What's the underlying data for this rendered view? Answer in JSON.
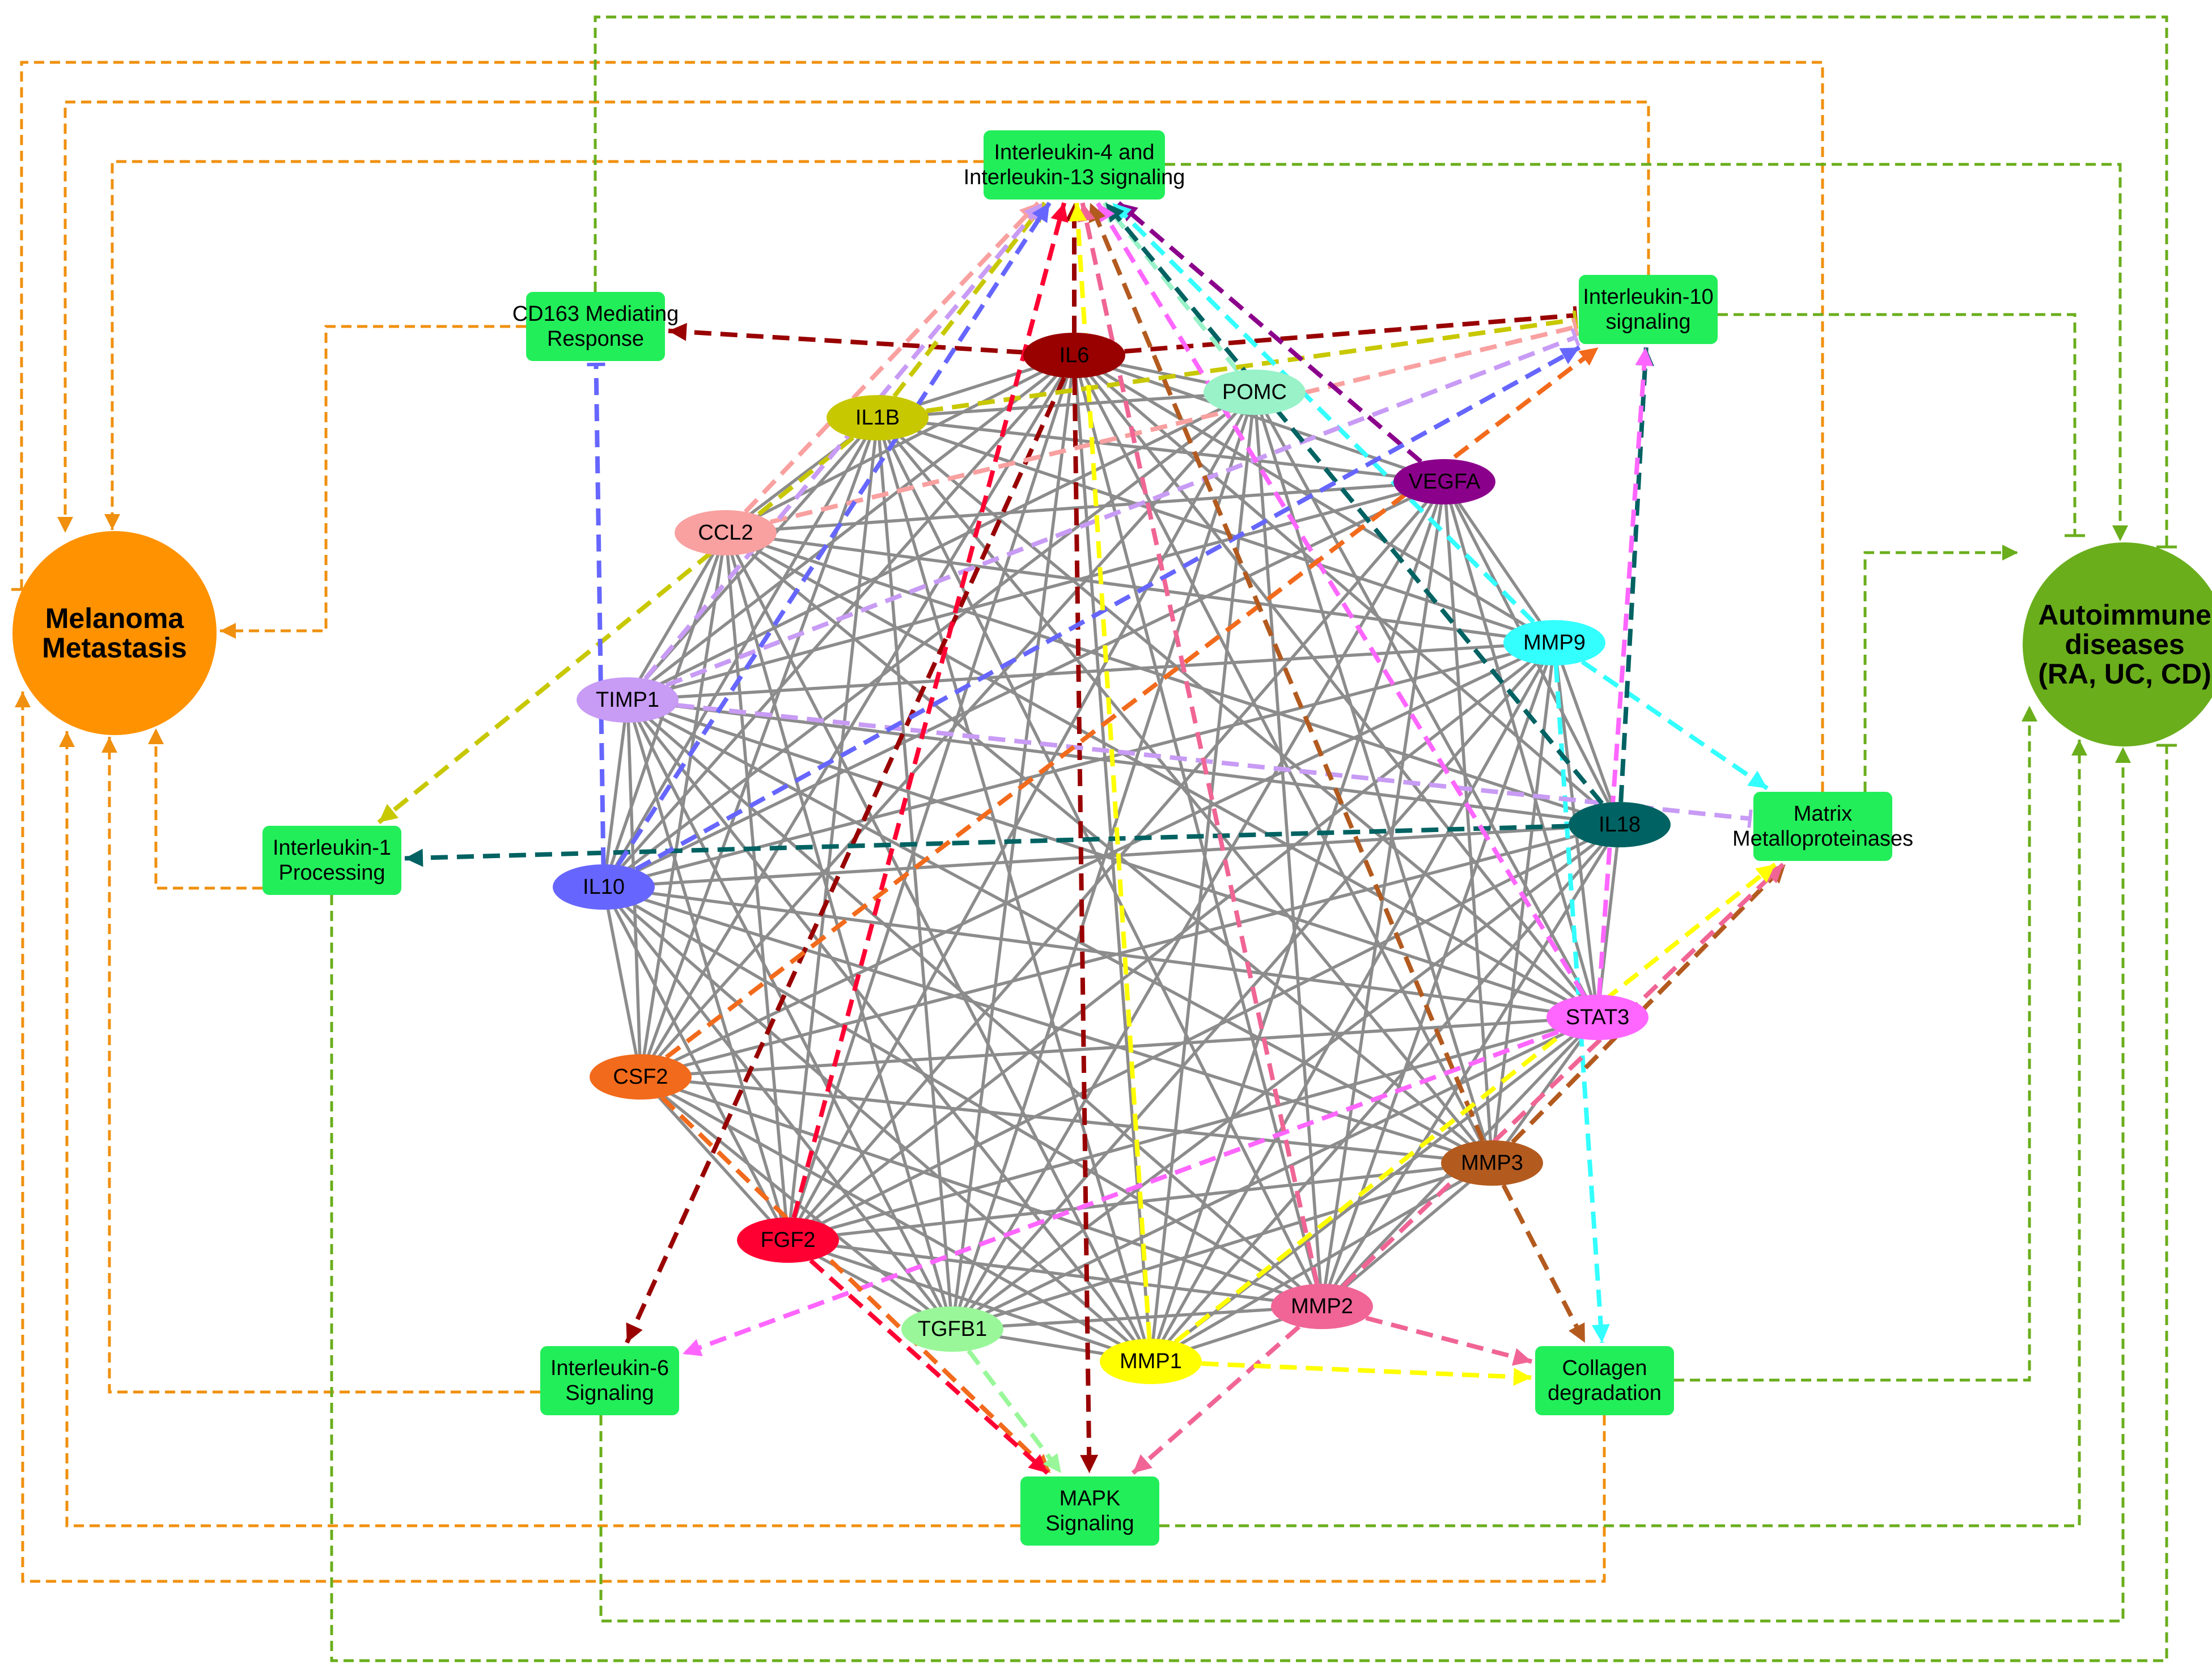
{
  "diseases": [
    {
      "id": "melanoma",
      "label_lines": [
        "Melanoma",
        "Metastasis"
      ],
      "color": "#ff9200"
    },
    {
      "id": "autoimmune",
      "label_lines": [
        "Autoimmune",
        "diseases",
        "(RA, UC, CD)"
      ],
      "color": "#6aae1c"
    }
  ],
  "pathways": [
    {
      "id": "il4il13",
      "label_lines": [
        "Interleukin-4 and",
        "Interleukin-13 signaling"
      ]
    },
    {
      "id": "cd163",
      "label_lines": [
        "CD163 Mediating",
        "Response"
      ]
    },
    {
      "id": "il10sig",
      "label_lines": [
        "Interleukin-10",
        "signaling"
      ]
    },
    {
      "id": "il1proc",
      "label_lines": [
        "Interleukin-1",
        "Processing"
      ]
    },
    {
      "id": "mmps",
      "label_lines": [
        "Matrix",
        "Metalloproteinases"
      ]
    },
    {
      "id": "il6sig",
      "label_lines": [
        "Interleukin-6",
        "Signaling"
      ]
    },
    {
      "id": "mapk",
      "label_lines": [
        "MAPK",
        "Signaling"
      ]
    },
    {
      "id": "collagen",
      "label_lines": [
        "Collagen",
        "degradation"
      ]
    }
  ],
  "pathway_color": "#22ee5a",
  "genes": [
    {
      "id": "IL6",
      "label": "IL6",
      "color": "#990000"
    },
    {
      "id": "POMC",
      "label": "POMC",
      "color": "#99f2c8"
    },
    {
      "id": "IL1B",
      "label": "IL1B",
      "color": "#c8c800"
    },
    {
      "id": "VEGFA",
      "label": "VEGFA",
      "color": "#8b008b"
    },
    {
      "id": "CCL2",
      "label": "CCL2",
      "color": "#f9a0a0"
    },
    {
      "id": "MMP9",
      "label": "MMP9",
      "color": "#33ffff"
    },
    {
      "id": "TIMP1",
      "label": "TIMP1",
      "color": "#c89bf5"
    },
    {
      "id": "IL18",
      "label": "IL18",
      "color": "#006262"
    },
    {
      "id": "IL10",
      "label": "IL10",
      "color": "#6666ff"
    },
    {
      "id": "STAT3",
      "label": "STAT3",
      "color": "#ff66ff"
    },
    {
      "id": "CSF2",
      "label": "CSF2",
      "color": "#f26a1b"
    },
    {
      "id": "MMP3",
      "label": "MMP3",
      "color": "#b35a1f"
    },
    {
      "id": "FGF2",
      "label": "FGF2",
      "color": "#ff0033"
    },
    {
      "id": "MMP2",
      "label": "MMP2",
      "color": "#f06595"
    },
    {
      "id": "TGFB1",
      "label": "TGFB1",
      "color": "#99f799"
    },
    {
      "id": "MMP1",
      "label": "MMP1",
      "color": "#ffff00"
    }
  ],
  "ppi_edge_color": "#8c8c8c",
  "melanoma_link_color": "#f0900e",
  "autoimmune_link_color": "#6aae1c",
  "gene_pathway_edges": [
    {
      "from": "IL6",
      "to": "il4il13",
      "type": "arrow"
    },
    {
      "from": "IL6",
      "to": "cd163",
      "type": "arrow"
    },
    {
      "from": "IL6",
      "to": "il10sig",
      "type": "inhibit"
    },
    {
      "from": "IL6",
      "to": "il6sig",
      "type": "arrow"
    },
    {
      "from": "IL6",
      "to": "mapk",
      "type": "arrow"
    },
    {
      "from": "POMC",
      "to": "il4il13",
      "type": "arrow"
    },
    {
      "from": "IL1B",
      "to": "il4il13",
      "type": "arrow"
    },
    {
      "from": "IL1B",
      "to": "il10sig",
      "type": "inhibit"
    },
    {
      "from": "IL1B",
      "to": "il1proc",
      "type": "arrow"
    },
    {
      "from": "CCL2",
      "to": "il4il13",
      "type": "arrow"
    },
    {
      "from": "CCL2",
      "to": "il10sig",
      "type": "inhibit"
    },
    {
      "from": "VEGFA",
      "to": "il4il13",
      "type": "arrow"
    },
    {
      "from": "MMP9",
      "to": "il4il13",
      "type": "arrow"
    },
    {
      "from": "MMP9",
      "to": "mmps",
      "type": "arrow"
    },
    {
      "from": "MMP9",
      "to": "collagen",
      "type": "arrow"
    },
    {
      "from": "TIMP1",
      "to": "il4il13",
      "type": "arrow"
    },
    {
      "from": "TIMP1",
      "to": "il10sig",
      "type": "inhibit"
    },
    {
      "from": "TIMP1",
      "to": "mmps",
      "type": "inhibit"
    },
    {
      "from": "IL18",
      "to": "il4il13",
      "type": "arrow"
    },
    {
      "from": "IL18",
      "to": "il10sig",
      "type": "arrow"
    },
    {
      "from": "IL18",
      "to": "il1proc",
      "type": "arrow"
    },
    {
      "from": "IL10",
      "to": "il4il13",
      "type": "arrow"
    },
    {
      "from": "IL10",
      "to": "cd163",
      "type": "inhibit"
    },
    {
      "from": "IL10",
      "to": "il10sig",
      "type": "arrow"
    },
    {
      "from": "STAT3",
      "to": "il4il13",
      "type": "arrow"
    },
    {
      "from": "STAT3",
      "to": "il10sig",
      "type": "arrow"
    },
    {
      "from": "STAT3",
      "to": "il6sig",
      "type": "arrow"
    },
    {
      "from": "CSF2",
      "to": "il10sig",
      "type": "arrow"
    },
    {
      "from": "CSF2",
      "to": "mapk",
      "type": "arrow"
    },
    {
      "from": "MMP3",
      "to": "il4il13",
      "type": "arrow"
    },
    {
      "from": "MMP3",
      "to": "mmps",
      "type": "arrow"
    },
    {
      "from": "MMP3",
      "to": "collagen",
      "type": "arrow"
    },
    {
      "from": "FGF2",
      "to": "il4il13",
      "type": "arrow"
    },
    {
      "from": "FGF2",
      "to": "mapk",
      "type": "arrow"
    },
    {
      "from": "MMP2",
      "to": "il4il13",
      "type": "arrow"
    },
    {
      "from": "MMP2",
      "to": "mmps",
      "type": "arrow"
    },
    {
      "from": "MMP2",
      "to": "collagen",
      "type": "arrow"
    },
    {
      "from": "MMP2",
      "to": "mapk",
      "type": "arrow"
    },
    {
      "from": "TGFB1",
      "to": "mapk",
      "type": "arrow"
    },
    {
      "from": "MMP1",
      "to": "il4il13",
      "type": "arrow"
    },
    {
      "from": "MMP1",
      "to": "mmps",
      "type": "arrow"
    },
    {
      "from": "MMP1",
      "to": "collagen",
      "type": "arrow"
    }
  ],
  "ppi_edges": [
    [
      "IL6",
      "POMC"
    ],
    [
      "IL6",
      "IL1B"
    ],
    [
      "IL6",
      "VEGFA"
    ],
    [
      "IL6",
      "CCL2"
    ],
    [
      "IL6",
      "MMP9"
    ],
    [
      "IL6",
      "TIMP1"
    ],
    [
      "IL6",
      "IL18"
    ],
    [
      "IL6",
      "IL10"
    ],
    [
      "IL6",
      "STAT3"
    ],
    [
      "IL6",
      "CSF2"
    ],
    [
      "IL6",
      "MMP3"
    ],
    [
      "IL6",
      "FGF2"
    ],
    [
      "IL6",
      "MMP2"
    ],
    [
      "IL6",
      "TGFB1"
    ],
    [
      "IL6",
      "MMP1"
    ],
    [
      "POMC",
      "IL1B"
    ],
    [
      "POMC",
      "IL10"
    ],
    [
      "POMC",
      "TIMP1"
    ],
    [
      "POMC",
      "STAT3"
    ],
    [
      "POMC",
      "MMP3"
    ],
    [
      "POMC",
      "MMP1"
    ],
    [
      "POMC",
      "TGFB1"
    ],
    [
      "POMC",
      "CSF2"
    ],
    [
      "POMC",
      "FGF2"
    ],
    [
      "POMC",
      "MMP2"
    ],
    [
      "IL1B",
      "CCL2"
    ],
    [
      "IL1B",
      "TIMP1"
    ],
    [
      "IL1B",
      "IL10"
    ],
    [
      "IL1B",
      "MMP9"
    ],
    [
      "IL1B",
      "STAT3"
    ],
    [
      "IL1B",
      "CSF2"
    ],
    [
      "IL1B",
      "MMP3"
    ],
    [
      "IL1B",
      "FGF2"
    ],
    [
      "IL1B",
      "MMP2"
    ],
    [
      "IL1B",
      "TGFB1"
    ],
    [
      "IL1B",
      "MMP1"
    ],
    [
      "IL1B",
      "VEGFA"
    ],
    [
      "VEGFA",
      "MMP9"
    ],
    [
      "VEGFA",
      "IL18"
    ],
    [
      "VEGFA",
      "IL10"
    ],
    [
      "VEGFA",
      "STAT3"
    ],
    [
      "VEGFA",
      "MMP3"
    ],
    [
      "VEGFA",
      "FGF2"
    ],
    [
      "VEGFA",
      "MMP2"
    ],
    [
      "VEGFA",
      "TGFB1"
    ],
    [
      "VEGFA",
      "MMP1"
    ],
    [
      "VEGFA",
      "CCL2"
    ],
    [
      "VEGFA",
      "TIMP1"
    ],
    [
      "CCL2",
      "TIMP1"
    ],
    [
      "CCL2",
      "IL10"
    ],
    [
      "CCL2",
      "STAT3"
    ],
    [
      "CCL2",
      "CSF2"
    ],
    [
      "CCL2",
      "FGF2"
    ],
    [
      "CCL2",
      "TGFB1"
    ],
    [
      "CCL2",
      "MMP1"
    ],
    [
      "CCL2",
      "MMP9"
    ],
    [
      "CCL2",
      "MMP3"
    ],
    [
      "CCL2",
      "IL18"
    ],
    [
      "MMP9",
      "TIMP1"
    ],
    [
      "MMP9",
      "IL10"
    ],
    [
      "MMP9",
      "STAT3"
    ],
    [
      "MMP9",
      "MMP3"
    ],
    [
      "MMP9",
      "MMP2"
    ],
    [
      "MMP9",
      "MMP1"
    ],
    [
      "MMP9",
      "TGFB1"
    ],
    [
      "MMP9",
      "FGF2"
    ],
    [
      "MMP9",
      "IL18"
    ],
    [
      "MMP9",
      "CSF2"
    ],
    [
      "TIMP1",
      "IL10"
    ],
    [
      "TIMP1",
      "STAT3"
    ],
    [
      "TIMP1",
      "CSF2"
    ],
    [
      "TIMP1",
      "FGF2"
    ],
    [
      "TIMP1",
      "MMP2"
    ],
    [
      "TIMP1",
      "TGFB1"
    ],
    [
      "TIMP1",
      "MMP1"
    ],
    [
      "TIMP1",
      "MMP3"
    ],
    [
      "TIMP1",
      "IL18"
    ],
    [
      "IL18",
      "IL10"
    ],
    [
      "IL18",
      "STAT3"
    ],
    [
      "IL18",
      "CSF2"
    ],
    [
      "IL18",
      "TGFB1"
    ],
    [
      "IL18",
      "MMP1"
    ],
    [
      "IL18",
      "MMP2"
    ],
    [
      "IL18",
      "FGF2"
    ],
    [
      "IL10",
      "STAT3"
    ],
    [
      "IL10",
      "CSF2"
    ],
    [
      "IL10",
      "FGF2"
    ],
    [
      "IL10",
      "MMP3"
    ],
    [
      "IL10",
      "MMP2"
    ],
    [
      "IL10",
      "TGFB1"
    ],
    [
      "IL10",
      "MMP1"
    ],
    [
      "STAT3",
      "CSF2"
    ],
    [
      "STAT3",
      "MMP3"
    ],
    [
      "STAT3",
      "FGF2"
    ],
    [
      "STAT3",
      "MMP2"
    ],
    [
      "STAT3",
      "TGFB1"
    ],
    [
      "STAT3",
      "MMP1"
    ],
    [
      "CSF2",
      "FGF2"
    ],
    [
      "CSF2",
      "MMP3"
    ],
    [
      "CSF2",
      "MMP2"
    ],
    [
      "CSF2",
      "TGFB1"
    ],
    [
      "CSF2",
      "MMP1"
    ],
    [
      "MMP3",
      "MMP2"
    ],
    [
      "MMP3",
      "MMP1"
    ],
    [
      "MMP3",
      "TGFB1"
    ],
    [
      "MMP3",
      "FGF2"
    ],
    [
      "FGF2",
      "MMP2"
    ],
    [
      "FGF2",
      "TGFB1"
    ],
    [
      "FGF2",
      "MMP1"
    ],
    [
      "MMP2",
      "TGFB1"
    ],
    [
      "MMP2",
      "MMP1"
    ],
    [
      "TGFB1",
      "MMP1"
    ]
  ],
  "melanoma_links": [
    {
      "from": "cd163",
      "type": "arrow"
    },
    {
      "from": "il1proc",
      "type": "arrow"
    },
    {
      "from": "il6sig",
      "type": "arrow"
    },
    {
      "from": "mapk",
      "type": "arrow"
    },
    {
      "from": "collagen",
      "type": "arrow"
    },
    {
      "from": "il4il13",
      "type": "arrow"
    },
    {
      "from": "il10sig",
      "type": "arrow"
    },
    {
      "from": "mmps",
      "type": "inhibit"
    }
  ],
  "autoimmune_links": [
    {
      "from": "il4il13",
      "type": "arrow"
    },
    {
      "from": "il10sig",
      "type": "inhibit"
    },
    {
      "from": "cd163",
      "type": "inhibit"
    },
    {
      "from": "mmps",
      "type": "arrow"
    },
    {
      "from": "collagen",
      "type": "arrow"
    },
    {
      "from": "mapk",
      "type": "arrow"
    },
    {
      "from": "il6sig",
      "type": "arrow"
    },
    {
      "from": "il1proc",
      "type": "inhibit"
    }
  ]
}
